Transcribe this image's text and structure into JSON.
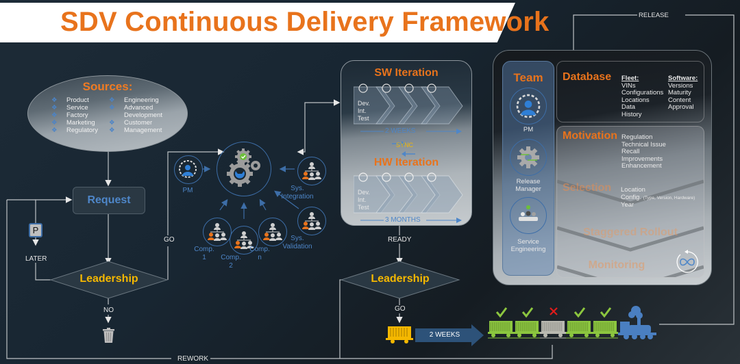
{
  "header": {
    "title": "SDV Continuous Delivery Framework"
  },
  "colors": {
    "accent_orange": "#e8731c",
    "leadership_yellow": "#f5b800",
    "link_blue": "#4e86c8",
    "train_green": "#8cc63f",
    "train_fail": "#b9b9b0",
    "check_green": "#8cc63f",
    "cross_red": "#e01b1b",
    "engine_blue": "#4a7fc1"
  },
  "sources": {
    "title": "Sources:",
    "left": [
      "Product",
      "Service",
      "Factory",
      "Marketing",
      "Regulatory"
    ],
    "right": [
      "Engineering",
      "Advanced",
      "Development",
      "Customer",
      "Management"
    ],
    "right_bullets": [
      true,
      true,
      false,
      true,
      true
    ]
  },
  "flow": {
    "request": "Request",
    "leadership_1": "Leadership",
    "leadership_2": "Leadership",
    "later": "LATER",
    "parking_icon": "P",
    "no": "NO",
    "go_1": "GO",
    "go_2": "GO",
    "ready": "READY",
    "rework": "REWORK",
    "release": "RELEASE",
    "shipping_duration": "2 WEEKS"
  },
  "team_hub": {
    "center_icon": "gears-wrench-check-icon",
    "members": [
      {
        "label": "PM",
        "icon": "gauge-person-icon"
      },
      {
        "label": "Sys.\nIntegration",
        "icon": "org-chart-icon"
      },
      {
        "label": "Sys.\nValidation",
        "icon": "org-chart-icon"
      },
      {
        "label": "Comp.\n1",
        "icon": "org-chart-icon"
      },
      {
        "label": "Comp.\n2",
        "icon": "org-chart-icon"
      },
      {
        "label": "Comp.\nn",
        "icon": "org-chart-icon"
      }
    ]
  },
  "iterations": {
    "sw": {
      "title": "SW Iteration",
      "steps": [
        "Dev.",
        "Int.",
        "Test"
      ],
      "duration": "2 WEEKS"
    },
    "sync": "SYNC",
    "hw": {
      "title": "HW Iteration",
      "steps": [
        "Dev.",
        "Int.",
        "Test"
      ],
      "duration": "3 MONTHS"
    }
  },
  "release_process": {
    "team": {
      "title": "Team",
      "members": [
        {
          "label": "PM",
          "icon": "gauge-person-icon"
        },
        {
          "label": "Release\nManager",
          "icon": "gear-icon"
        },
        {
          "label": "Service\nEngineering",
          "icon": "meeting-icon"
        }
      ]
    },
    "database": {
      "title": "Database",
      "fleet_header": "Fleet:",
      "fleet": [
        "VINs",
        "Configurations",
        "Locations",
        "Data",
        "History"
      ],
      "software_header": "Software:",
      "software": [
        "Versions",
        "Maturity",
        "Content",
        "Approval"
      ]
    },
    "motivation": {
      "title": "Motivation",
      "items": [
        "Regulation",
        "Technical Issue",
        "Recall",
        "Improvements",
        "Enhancement"
      ]
    },
    "selection": {
      "title": "Selection",
      "items": [
        "Location",
        "Config.",
        "Year"
      ],
      "config_note": "(Type, Version, Hardware)"
    },
    "staggered_rollout": {
      "title": "Staggered Rollout"
    },
    "monitoring": {
      "title": "Monitoring",
      "icon": "infinity-loop-icon"
    }
  },
  "train": {
    "pending_car": "yellow",
    "cars": [
      {
        "status": "pass"
      },
      {
        "status": "pass"
      },
      {
        "status": "fail"
      },
      {
        "status": "pass"
      },
      {
        "status": "pass"
      }
    ]
  }
}
